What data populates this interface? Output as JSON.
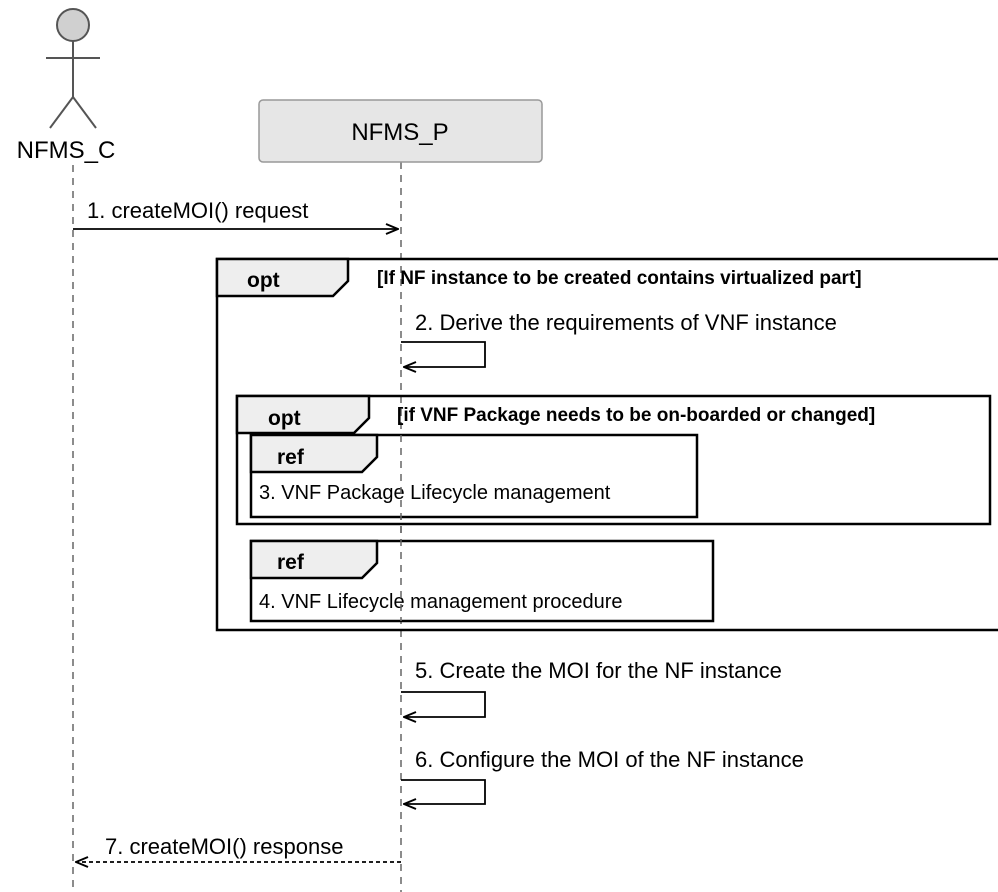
{
  "participants": {
    "client": "NFMS_C",
    "provider": "NFMS_P"
  },
  "messages": {
    "m1": "1. createMOI() request",
    "m2": "2. Derive the requirements of VNF instance",
    "m5": "5. Create the MOI for the NF instance",
    "m6": "6. Configure the MOI of the NF instance",
    "m7": "7. createMOI() response"
  },
  "fragments": {
    "outer_opt": {
      "keyword": "opt",
      "guard": "[If NF instance to be created contains virtualized part]"
    },
    "inner_opt": {
      "keyword": "opt",
      "guard": "[if VNF Package needs to be on-boarded or changed]"
    },
    "ref1": {
      "keyword": "ref",
      "text": "3. VNF Package Lifecycle management"
    },
    "ref2": {
      "keyword": "ref",
      "text": "4. VNF Lifecycle management procedure"
    }
  },
  "colors": {
    "actor_fill": "#d0d0d0",
    "participant_fill": "#e6e6e6",
    "keyword_tab_fill": "#eeeeee"
  }
}
